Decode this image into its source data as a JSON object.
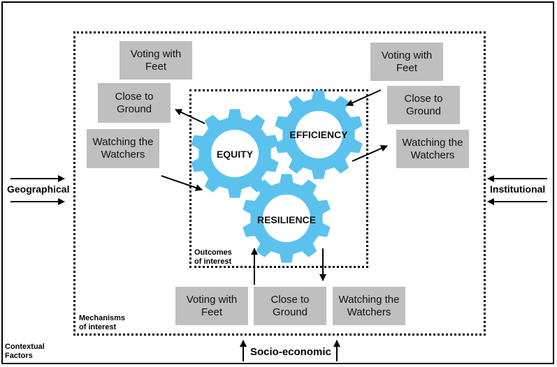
{
  "gears": {
    "equity": "EQUITY",
    "efficiency": "EFFICIENCY",
    "resilience": "RESILIENCE",
    "color": "#5bc2ee"
  },
  "mechanisms": {
    "left": [
      "Voting with\nFeet",
      "Close to\nGround",
      "Watching the\nWatchers"
    ],
    "right": [
      "Voting with\nFeet",
      "Close to\nGround",
      "Watching the\nWatchers"
    ],
    "bottom": [
      "Voting with\nFeet",
      "Close to\nGround",
      "Watching the\nWatchers"
    ],
    "box_color": "#bfbfbf"
  },
  "labels": {
    "outcomes": "Outcomes\nof interest",
    "mechanisms": "Mechanisms\nof interest",
    "contextual": "Contextual\nFactors",
    "geographical": "Geographical",
    "institutional": "Institutional",
    "socio_economic": "Socio-economic"
  }
}
